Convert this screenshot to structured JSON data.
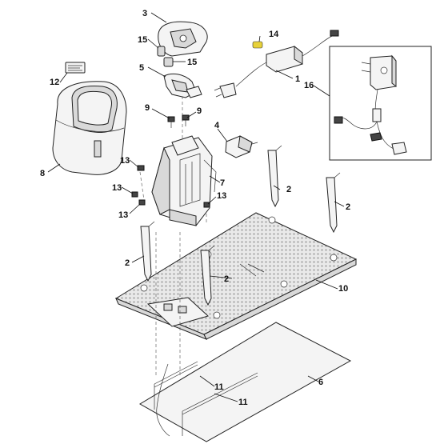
{
  "callouts": {
    "c1": "1",
    "c2a": "2",
    "c2b": "2",
    "c2c": "2",
    "c2d": "2",
    "c3": "3",
    "c4": "4",
    "c5": "5",
    "c6": "6",
    "c7": "7",
    "c8": "8",
    "c9a": "9",
    "c9b": "9",
    "c10": "10",
    "c11a": "11",
    "c11b": "11",
    "c12": "12",
    "c13a": "13",
    "c13b": "13",
    "c13c": "13",
    "c13d": "13",
    "c14": "14",
    "c15a": "15",
    "c15b": "15",
    "c16": "16"
  }
}
